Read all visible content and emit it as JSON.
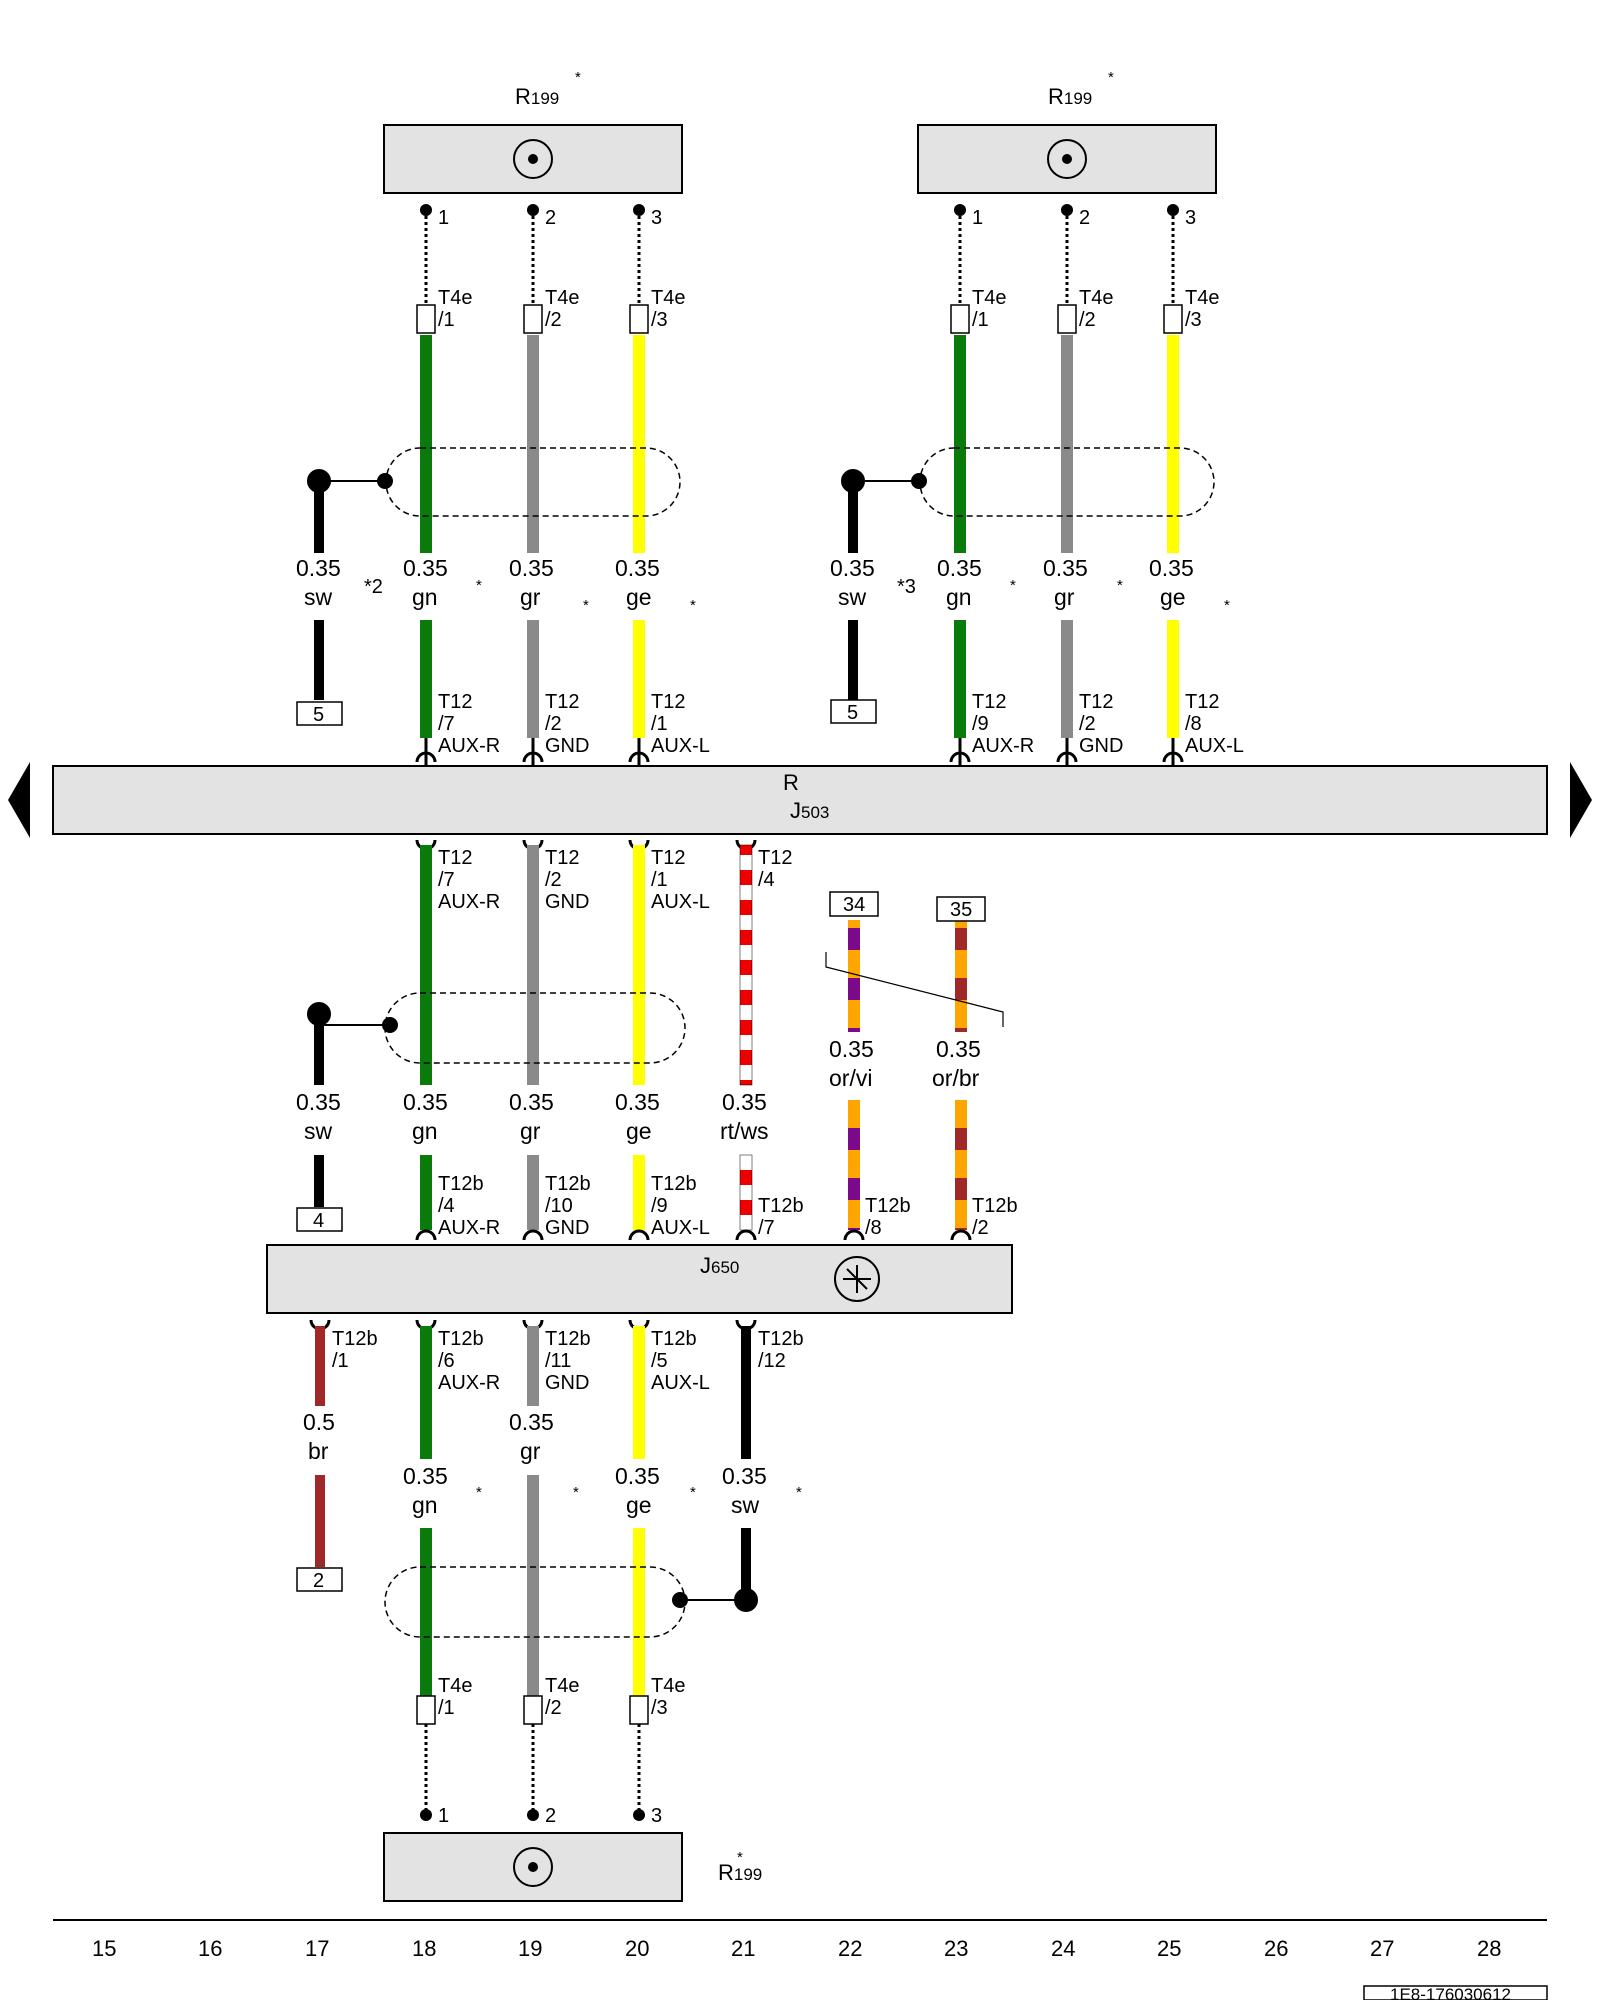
{
  "components": {
    "r199_left": {
      "letter": "R",
      "sub": "199",
      "star": "*"
    },
    "r199_right": {
      "letter": "R",
      "sub": "199",
      "star": "*"
    },
    "r199_bottom": {
      "letter": "R",
      "sub": "199",
      "star": "*"
    },
    "j503": {
      "top": "R",
      "letter": "J",
      "sub": "503"
    },
    "j650": {
      "letter": "J",
      "sub": "650"
    }
  },
  "speaker_pins": [
    "1",
    "2",
    "3"
  ],
  "t4e_labels": [
    [
      "T4e",
      "/1"
    ],
    [
      "T4e",
      "/2"
    ],
    [
      "T4e",
      "/3"
    ]
  ],
  "wire_labels": {
    "top_left": [
      {
        "size": "0.35",
        "color": "sw",
        "note": "*2"
      },
      {
        "size": "0.35",
        "color": "gn",
        "note": "*"
      },
      {
        "size": "0.35",
        "color": "gr",
        "note": "*"
      },
      {
        "size": "0.35",
        "color": "ge",
        "note": "*"
      }
    ],
    "top_right": [
      {
        "size": "0.35",
        "color": "sw",
        "note": "*3"
      },
      {
        "size": "0.35",
        "color": "gn",
        "note": "*"
      },
      {
        "size": "0.35",
        "color": "gr",
        "note": "*"
      },
      {
        "size": "0.35",
        "color": "ge",
        "note": "*"
      }
    ],
    "mid": [
      {
        "size": "0.35",
        "color": "sw"
      },
      {
        "size": "0.35",
        "color": "gn"
      },
      {
        "size": "0.35",
        "color": "gr"
      },
      {
        "size": "0.35",
        "color": "ge"
      },
      {
        "size": "0.35",
        "color": "rt/ws"
      }
    ],
    "mid_right": [
      {
        "size": "0.35",
        "color": "or/vi"
      },
      {
        "size": "0.35",
        "color": "or/br"
      }
    ],
    "bottom": [
      {
        "size": "0.5",
        "color": "br"
      },
      {
        "size": "0.35",
        "color": "gn",
        "note": "*"
      },
      {
        "size": "0.35",
        "color": "gr",
        "note": "*"
      },
      {
        "size": "0.35",
        "color": "ge",
        "note": "*"
      },
      {
        "size": "0.35",
        "color": "sw",
        "note": "*"
      }
    ]
  },
  "connectors_top_left": [
    [
      "T12",
      "/7",
      "AUX-R"
    ],
    [
      "T12",
      "/2",
      "GND"
    ],
    [
      "T12",
      "/1",
      "AUX-L"
    ]
  ],
  "connectors_top_right": [
    [
      "T12",
      "/9",
      "AUX-R"
    ],
    [
      "T12",
      "/2",
      "GND"
    ],
    [
      "T12",
      "/8",
      "AUX-L"
    ]
  ],
  "connectors_j503_bottom": [
    [
      "T12",
      "/7",
      "AUX-R"
    ],
    [
      "T12",
      "/2",
      "GND"
    ],
    [
      "T12",
      "/1",
      "AUX-L"
    ],
    [
      "T12",
      "/4",
      ""
    ]
  ],
  "connectors_j650_top": [
    [
      "T12b",
      "/4",
      "AUX-R"
    ],
    [
      "T12b",
      "/10",
      "GND"
    ],
    [
      "T12b",
      "/9",
      "AUX-L"
    ],
    [
      "T12b",
      "/7",
      ""
    ],
    [
      "T12b",
      "/8",
      ""
    ],
    [
      "T12b",
      "/2",
      ""
    ]
  ],
  "connectors_j650_bottom": [
    [
      "T12b",
      "/1",
      ""
    ],
    [
      "T12b",
      "/6",
      "AUX-R"
    ],
    [
      "T12b",
      "/11",
      "GND"
    ],
    [
      "T12b",
      "/5",
      "AUX-L"
    ],
    [
      "T12b",
      "/12",
      ""
    ]
  ],
  "ref_boxes": {
    "top_left": "5",
    "top_right": "5",
    "mid_left": "4",
    "mid_34": "34",
    "mid_35": "35",
    "bottom_left": "2"
  },
  "column_numbers": [
    "15",
    "16",
    "17",
    "18",
    "19",
    "20",
    "21",
    "22",
    "23",
    "24",
    "25",
    "26",
    "27",
    "28"
  ],
  "footer_code": "1E8-176030612",
  "wire_colors": {
    "gn": "#0a7a0a",
    "gr": "#8a8a8a",
    "ge": "#ffff00",
    "sw": "#000000",
    "rt": "#ee0000",
    "or": "#ffa500",
    "vi": "#7a0a8a",
    "br": "#a02828",
    "component": "#e3e3e3"
  }
}
